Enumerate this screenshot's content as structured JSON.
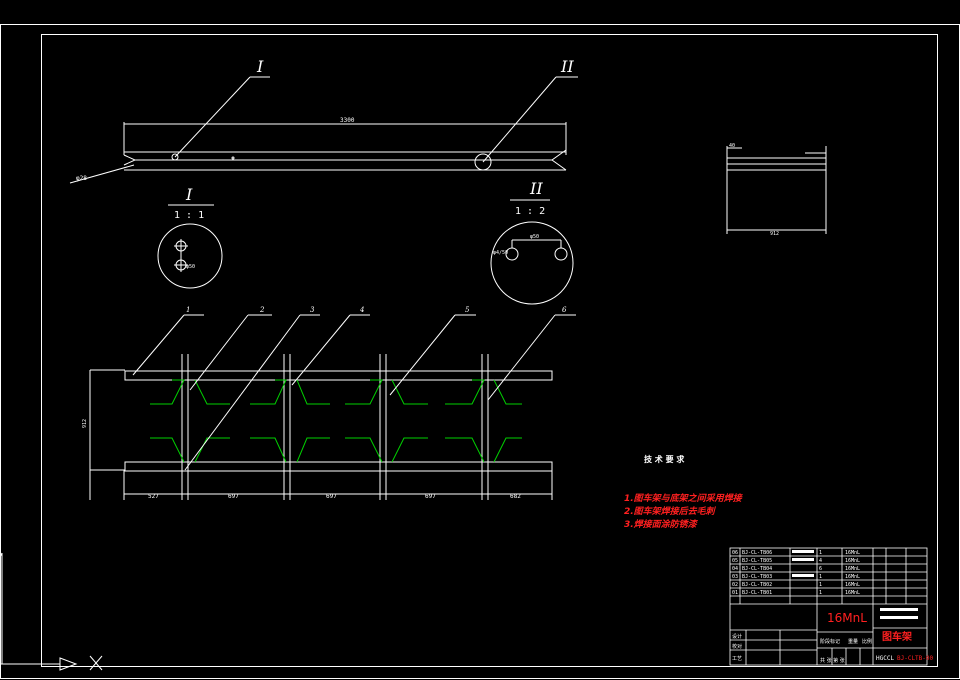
{
  "views": {
    "top": {
      "length_dim": "3300",
      "end_note": "φ28"
    },
    "detail1": {
      "mark": "I",
      "scale": "1 : 1",
      "hole_dim": "φ50"
    },
    "detail2": {
      "mark": "II",
      "scale": "1 : 2",
      "span_dim": "φ50",
      "hole_dim": "φ4/50"
    },
    "side": {
      "width_dim": "912",
      "top_dim": "40"
    },
    "bottom": {
      "height_dim": "912",
      "callouts": [
        "1",
        "2",
        "3",
        "4",
        "5",
        "6"
      ],
      "spacings": [
        "527",
        "697",
        "697",
        "697",
        "682"
      ]
    }
  },
  "notes": {
    "title": "技 术 要 求",
    "items": [
      "1.图车架与底架之间采用焊接",
      "2.图车架焊接后去毛刺",
      "3.焊接面涂防锈漆"
    ]
  },
  "title_block": {
    "parts": [
      {
        "no": "06",
        "code": "BJ-CL-TB06",
        "qty": "1",
        "mat": "16MnL"
      },
      {
        "no": "05",
        "code": "BJ-CL-TB05",
        "qty": "4",
        "mat": "16MnL"
      },
      {
        "no": "04",
        "code": "BJ-CL-TB04",
        "qty": "6",
        "mat": "16MnL"
      },
      {
        "no": "03",
        "code": "BJ-CL-TB03",
        "qty": "1",
        "mat": "16MnL"
      },
      {
        "no": "02",
        "code": "BJ-CL-TB02",
        "qty": "1",
        "mat": "16MnL"
      },
      {
        "no": "01",
        "code": "BJ-CL-TB01",
        "qty": "1",
        "mat": "16MnL"
      }
    ],
    "material": "16MnL",
    "drawing_name": "图车架",
    "drawing_code_prefix": "HGCCL",
    "drawing_code_suffix": "BJ-CLTB-00",
    "stage_label": "阶段标记",
    "weight_label": "重量",
    "scale_label": "比例",
    "sheet_label": "共 张 第 张",
    "design_label": "设计",
    "check_label": "校对",
    "process_label": "工艺"
  },
  "colors": {
    "line": "#ffffff",
    "weld": "#00d000",
    "note": "#ff2020",
    "material": "#ff2020"
  }
}
